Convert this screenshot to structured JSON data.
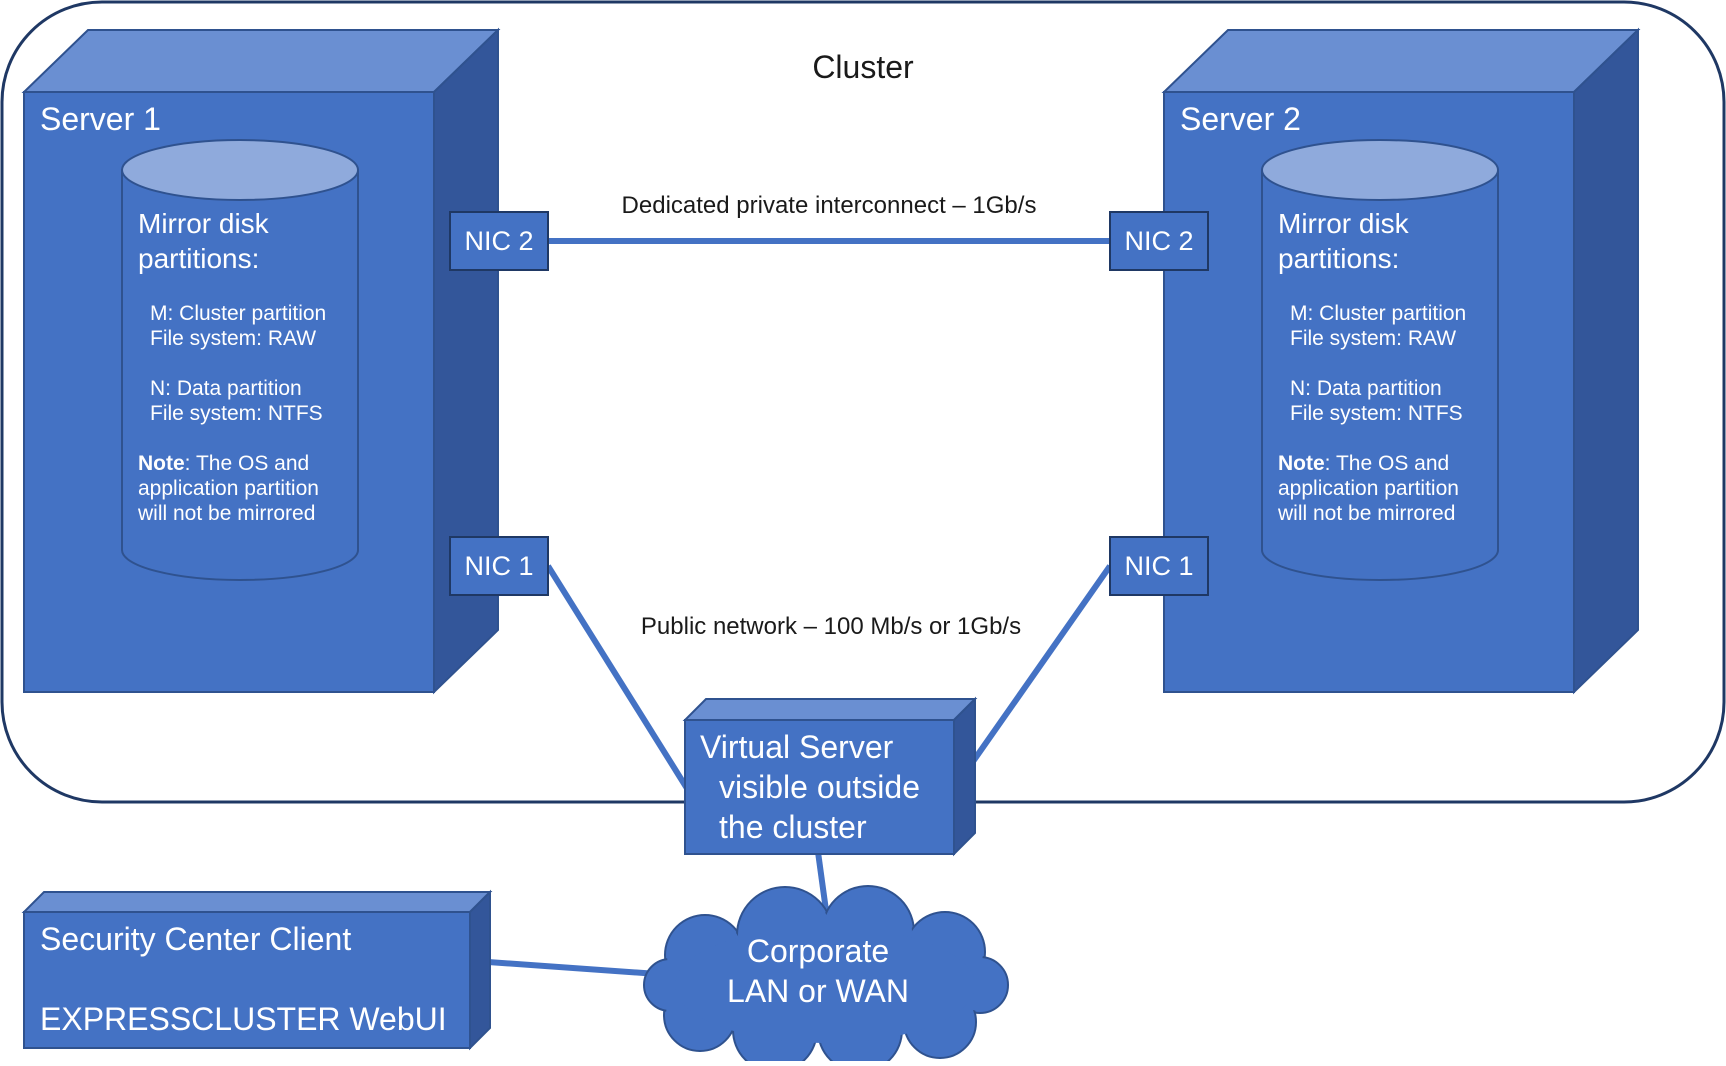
{
  "cluster": {
    "label": "Cluster"
  },
  "server1": {
    "title": "Server 1",
    "disk": {
      "title_line1": "Mirror disk",
      "title_line2": "partitions:",
      "m_line1": "M: Cluster partition",
      "m_line2": "File system: RAW",
      "n_line1": "N: Data partition",
      "n_line2": "File system: NTFS",
      "note_bold": "Note",
      "note_line1": ": The OS and",
      "note_line2": "application partition",
      "note_line3": "will not be mirrored"
    },
    "nic2": "NIC 2",
    "nic1": "NIC 1"
  },
  "server2": {
    "title": "Server 2",
    "disk": {
      "title_line1": "Mirror disk",
      "title_line2": "partitions:",
      "m_line1": "M: Cluster partition",
      "m_line2": "File system: RAW",
      "n_line1": "N: Data partition",
      "n_line2": "File system: NTFS",
      "note_bold": "Note",
      "note_line1": ": The OS and",
      "note_line2": "application partition",
      "note_line3": "will not be mirrored"
    },
    "nic2": "NIC 2",
    "nic1": "NIC 1"
  },
  "links": {
    "private": "Dedicated private interconnect – 1Gb/s",
    "public": "Public network – 100 Mb/s or 1Gb/s"
  },
  "virtual_server": {
    "line1": "Virtual Server",
    "line2": "visible outside",
    "line3": "the cluster"
  },
  "client": {
    "line1": "Security Center Client",
    "line2": "EXPRESSCLUSTER WebUI"
  },
  "network": {
    "line1": "Corporate",
    "line2": "LAN or WAN"
  },
  "colors": {
    "box_front": "#4472c4",
    "box_top": "#6a8fd2",
    "box_side": "#33569a",
    "disk_top": "#8faadc",
    "cluster_border": "#1f3864"
  }
}
